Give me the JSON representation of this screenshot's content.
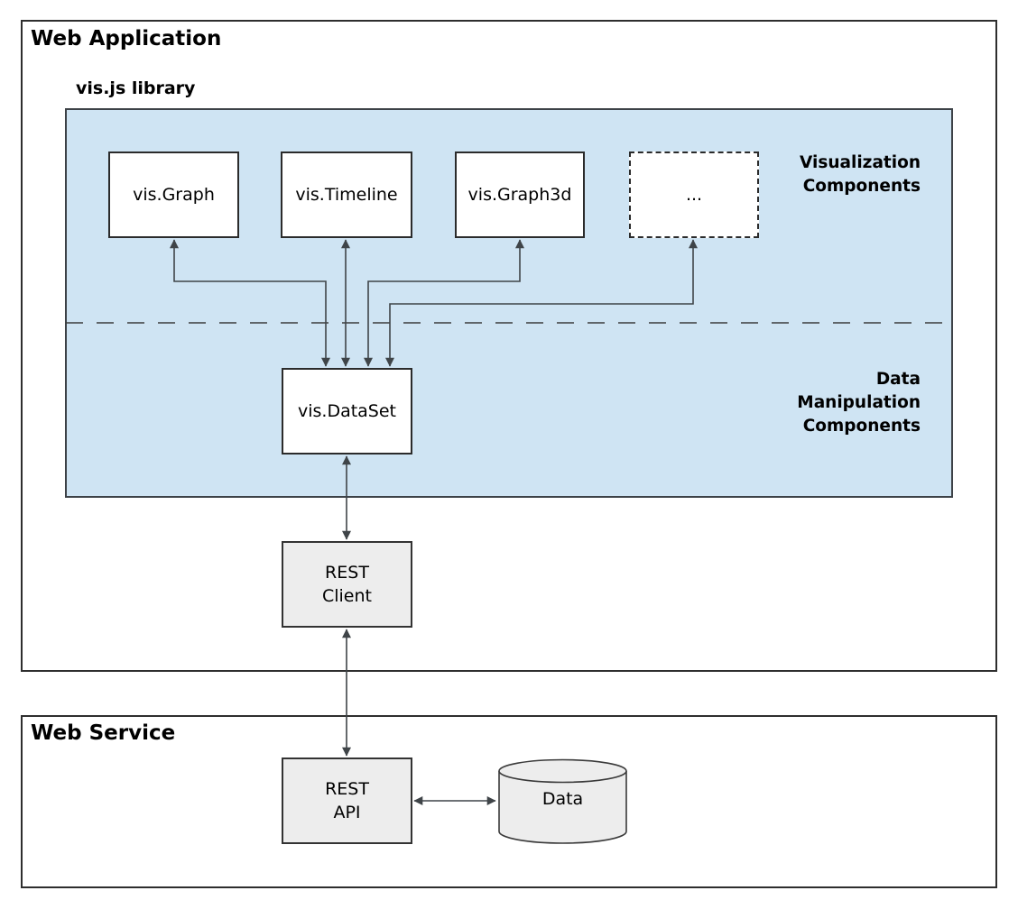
{
  "web_application": {
    "title": "Web Application"
  },
  "vis_library": {
    "title": "vis.js library",
    "components": [
      {
        "label": "vis.Graph"
      },
      {
        "label": "vis.Timeline"
      },
      {
        "label": "vis.Graph3d"
      },
      {
        "label": "..."
      }
    ],
    "section_labels": {
      "visualization": "Visualization\nComponents",
      "data_manipulation": "Data\nManipulation\nComponents"
    },
    "dataset": {
      "label": "vis.DataSet"
    }
  },
  "rest_client": {
    "label": "REST\nClient"
  },
  "web_service": {
    "title": "Web Service",
    "rest_api": {
      "label": "REST\nAPI"
    },
    "data_store": {
      "label": "Data"
    }
  },
  "colors": {
    "panel_blue": "#cfe4f3",
    "node_gray": "#ededed",
    "line_dark": "#3f4448"
  }
}
